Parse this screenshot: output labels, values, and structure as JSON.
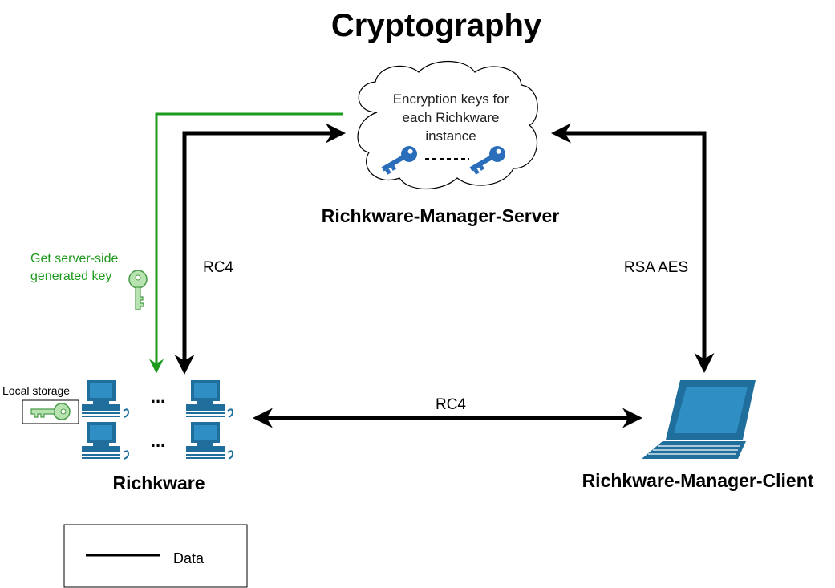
{
  "title": "Cryptography",
  "server": {
    "label": "Richkware-Manager-Server",
    "cloud_text": [
      "Encryption keys for",
      "each Richkware",
      "instance"
    ]
  },
  "client": {
    "label": "Richkware-Manager-Client"
  },
  "richkware": {
    "label": "Richkware",
    "dots": "...",
    "local_storage": "Local storage"
  },
  "edges": {
    "rw_server": "RC4",
    "client_server": "RSA AES",
    "rw_client": "RC4",
    "green": [
      "Get server-side",
      "generated key"
    ]
  },
  "legend": {
    "label": "Data"
  },
  "colors": {
    "data_line": "#000000",
    "green_line": "#1e9a1e",
    "device_blue": "#1f6e9c",
    "key_blue": "#2a6ebb",
    "key_green": "#b6e3b0"
  },
  "icons": [
    "key-icon",
    "computer-icon",
    "laptop-icon",
    "cloud-shape"
  ]
}
